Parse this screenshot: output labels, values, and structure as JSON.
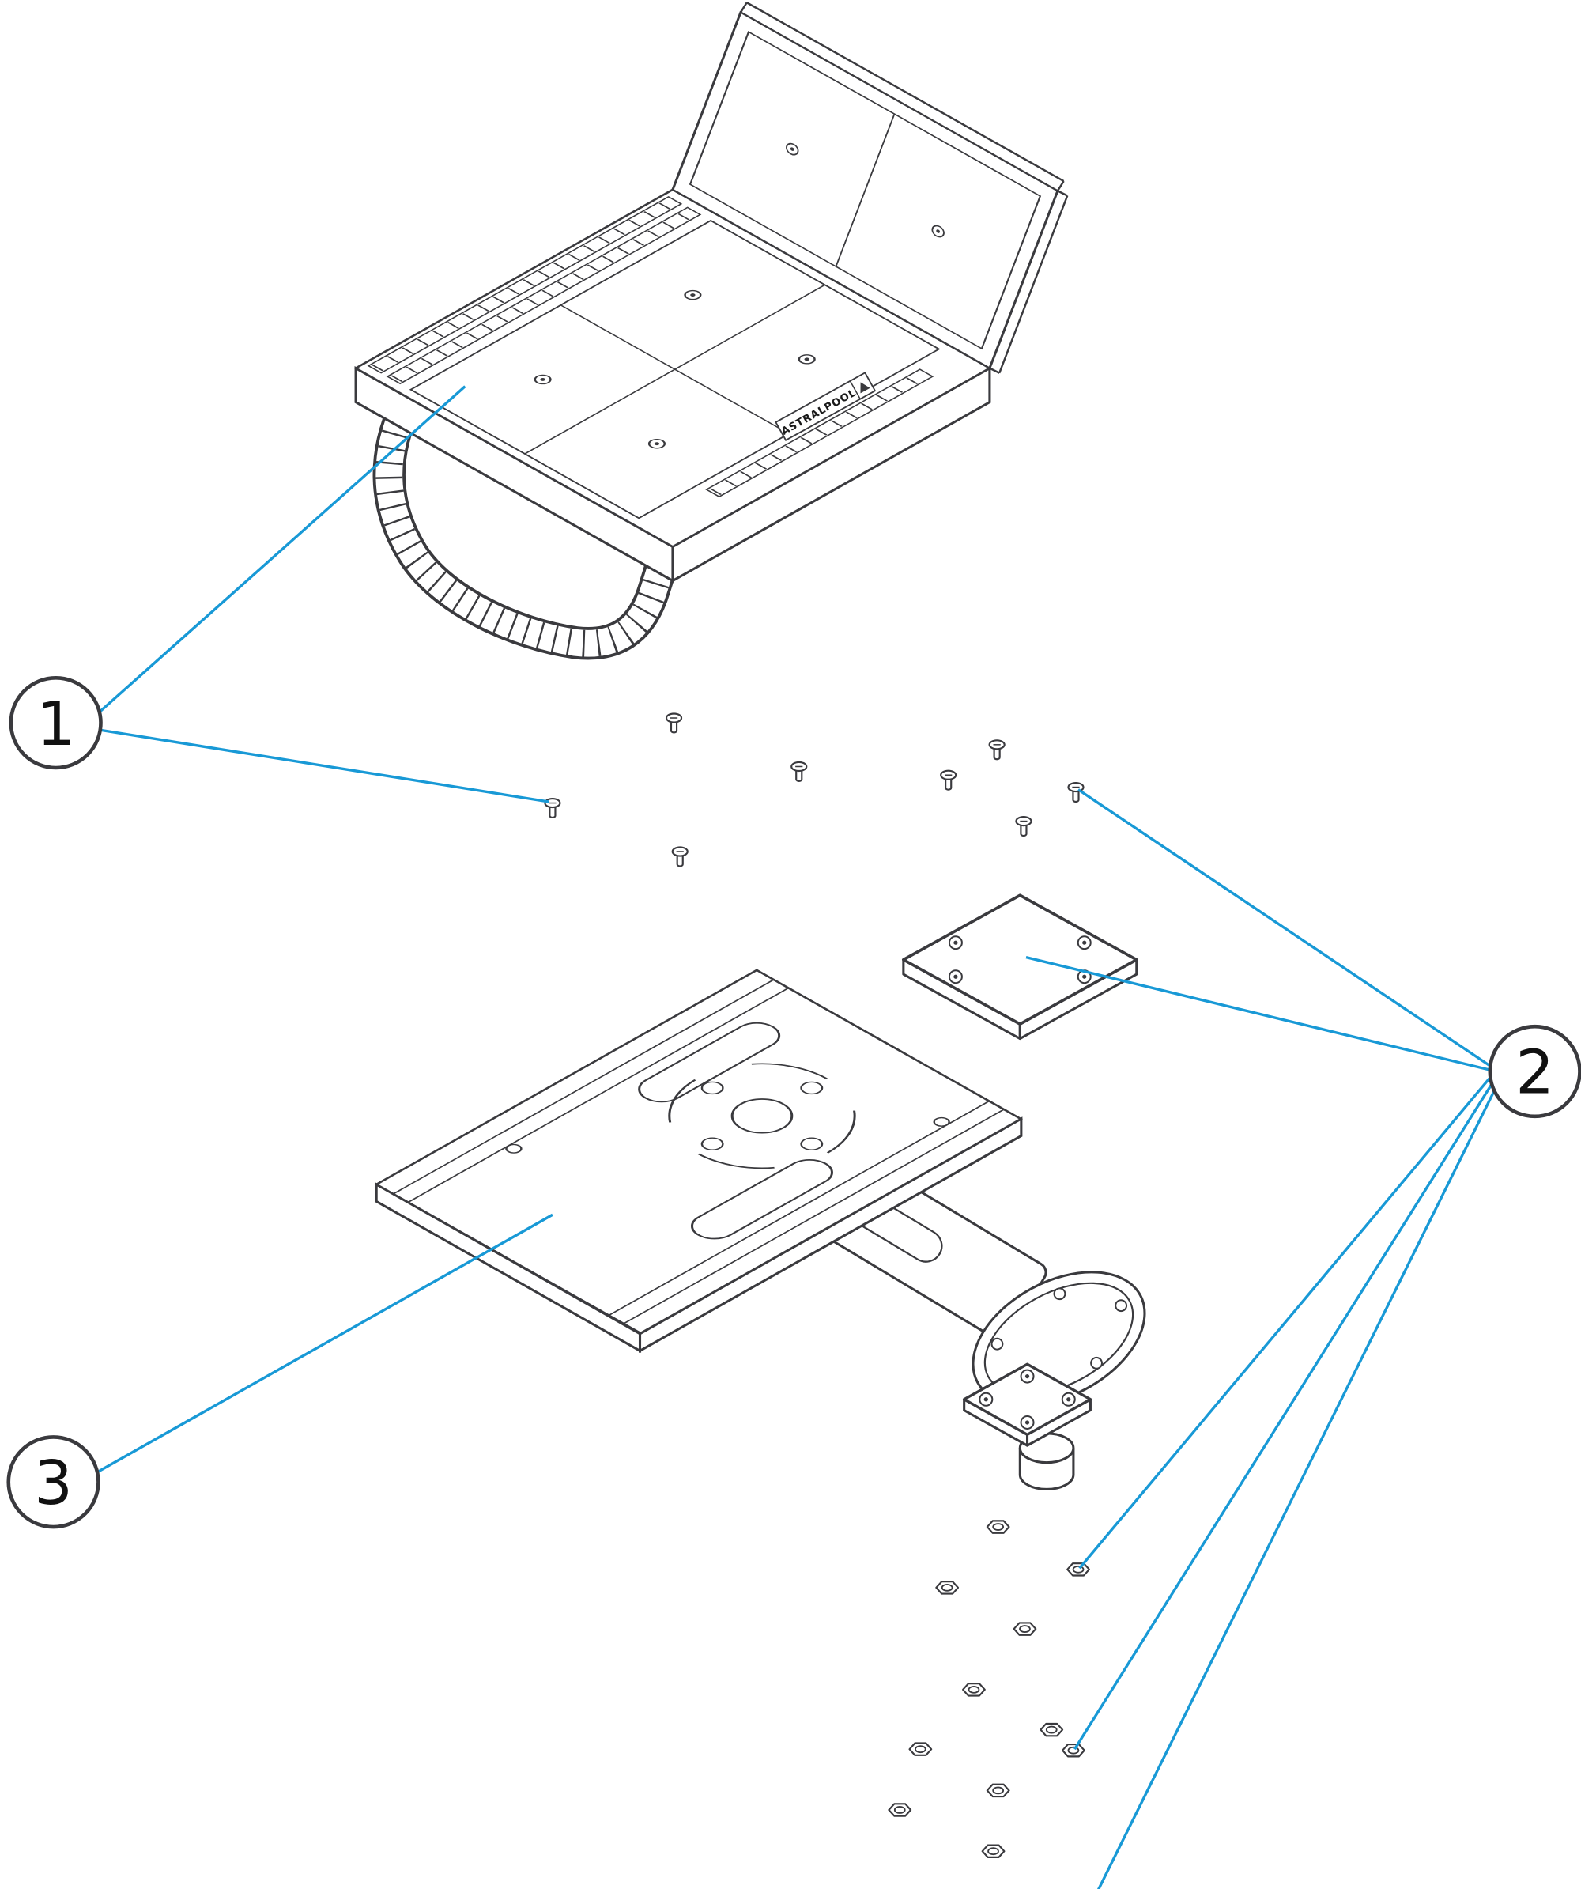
{
  "diagram": {
    "type": "exploded-parts-diagram",
    "brand_label": "ASTRALPOOL",
    "callouts": [
      {
        "label": "1"
      },
      {
        "label": "2"
      },
      {
        "label": "3"
      }
    ],
    "colors": {
      "outline": "#3a3a3e",
      "leader": "#1899d6",
      "background": "#ffffff",
      "text": "#111111"
    }
  }
}
